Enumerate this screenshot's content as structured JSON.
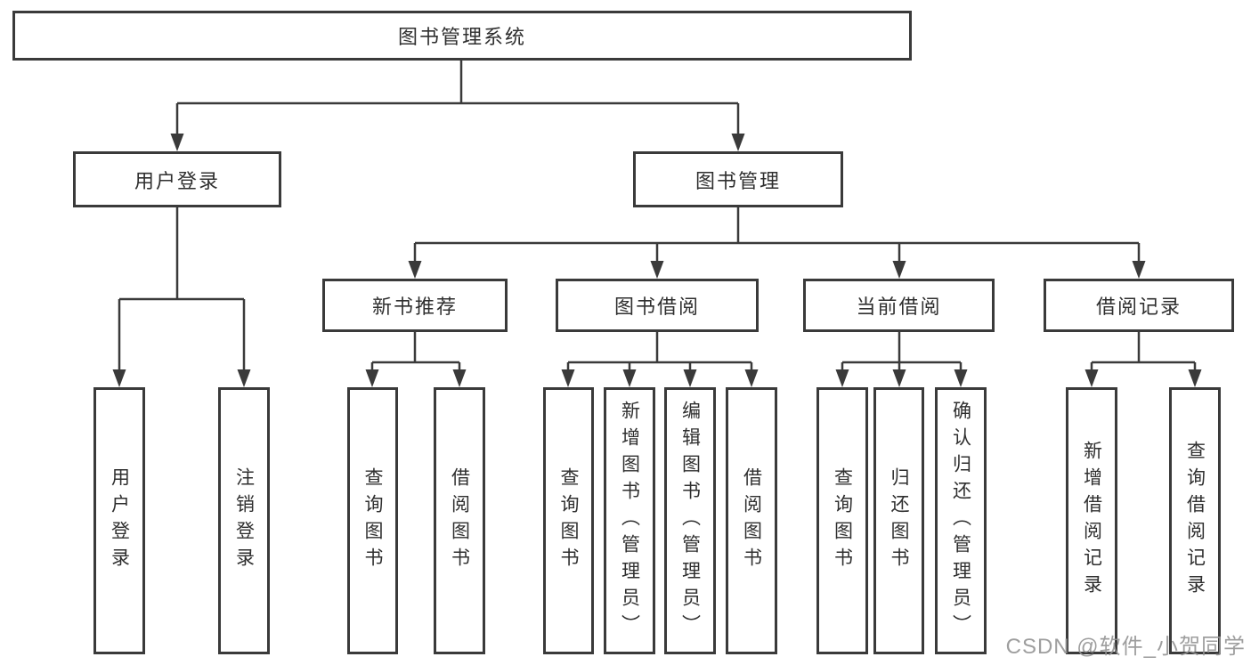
{
  "diagram": {
    "root": {
      "label": "图书管理系统"
    },
    "level2": [
      {
        "label": "用户登录"
      },
      {
        "label": "图书管理"
      }
    ],
    "level3": [
      {
        "label": "新书推荐",
        "parent": "图书管理"
      },
      {
        "label": "图书借阅",
        "parent": "图书管理"
      },
      {
        "label": "当前借阅",
        "parent": "图书管理"
      },
      {
        "label": "借阅记录",
        "parent": "图书管理"
      }
    ],
    "leaves": [
      {
        "parent": "用户登录",
        "label": "用户登录"
      },
      {
        "parent": "用户登录",
        "label": "注销登录"
      },
      {
        "parent": "新书推荐",
        "label": "查询图书"
      },
      {
        "parent": "新书推荐",
        "label": "借阅图书"
      },
      {
        "parent": "图书借阅",
        "label": "查询图书"
      },
      {
        "parent": "图书借阅",
        "label": "新增图书（管理员）"
      },
      {
        "parent": "图书借阅",
        "label": "编辑图书（管理员）"
      },
      {
        "parent": "图书借阅",
        "label": "借阅图书"
      },
      {
        "parent": "当前借阅",
        "label": "查询图书"
      },
      {
        "parent": "当前借阅",
        "label": "归还图书"
      },
      {
        "parent": "当前借阅",
        "label": "确认归还（管理员）"
      },
      {
        "parent": "借阅记录",
        "label": "新增借阅记录"
      },
      {
        "parent": "借阅记录",
        "label": "查询借阅记录"
      }
    ]
  },
  "watermark": "CSDN @软件_小贺同学",
  "colors": {
    "line": "#3a3a3a",
    "box_border": "#3a3a3a",
    "text": "#2f2f2f",
    "background": "#ffffff",
    "watermark": "#949494"
  }
}
